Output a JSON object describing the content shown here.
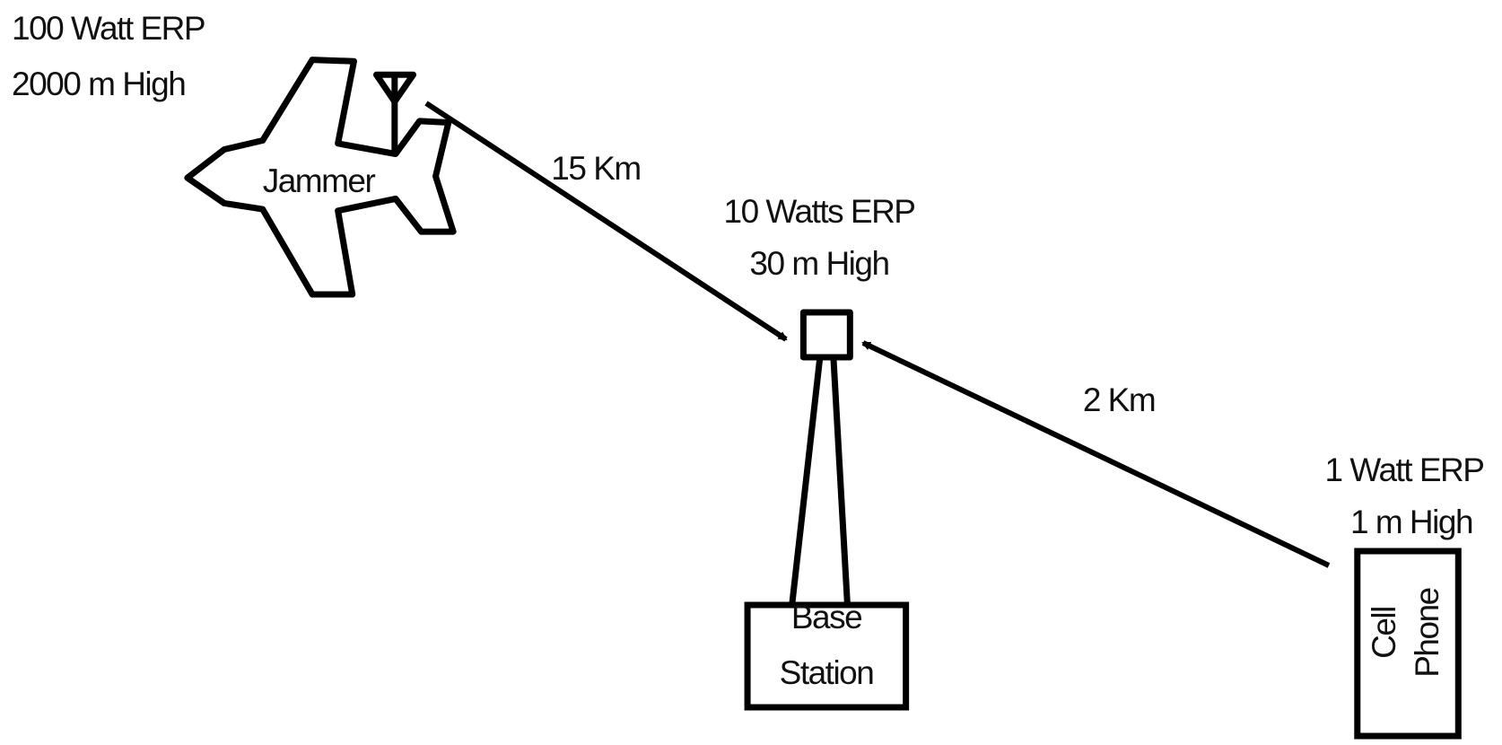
{
  "jammer": {
    "label": "Jammer",
    "power": "100 Watt ERP",
    "height": "2000 m High"
  },
  "link_jammer": {
    "distance": "15 Km"
  },
  "base_station": {
    "label_line1": "Base",
    "label_line2": "Station",
    "power": "10 Watts ERP",
    "height": "30 m High"
  },
  "link_phone": {
    "distance": "2 Km"
  },
  "cell_phone": {
    "label_line1": "Cell",
    "label_line2": "Phone",
    "power": "1 Watt ERP",
    "height": "1 m High"
  },
  "colors": {
    "stroke": "#000000",
    "background": "#ffffff"
  }
}
